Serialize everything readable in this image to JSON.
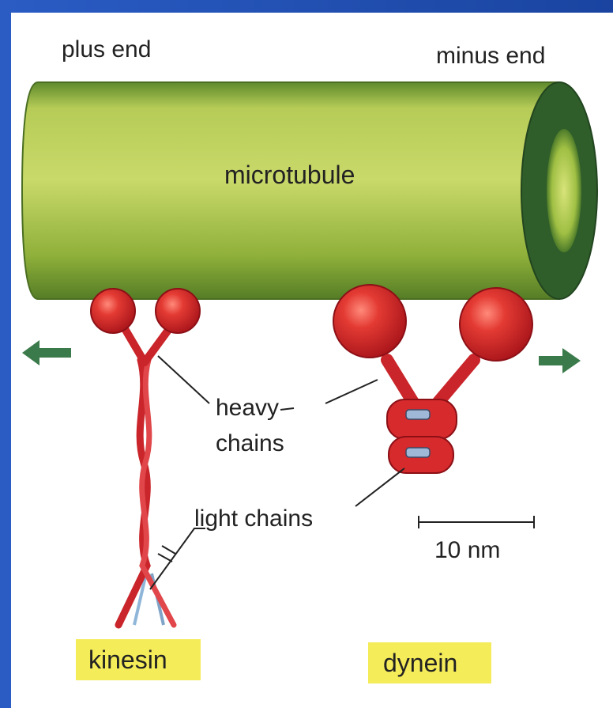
{
  "labels": {
    "plus_end": "plus end",
    "minus_end": "minus end",
    "microtubule": "microtubule",
    "heavy": "heavy",
    "chains": "chains",
    "light_chains": "light chains",
    "scale": "10 nm",
    "kinesin": "kinesin",
    "dynein": "dynein"
  },
  "colors": {
    "microtubule": "#a9c24a",
    "microtubule_dark": "#3f6b2e",
    "motor": "#d9282a",
    "label_highlight": "#f5ec5a",
    "arrow": "#3b7a4a",
    "frame": "#1d49a8"
  }
}
